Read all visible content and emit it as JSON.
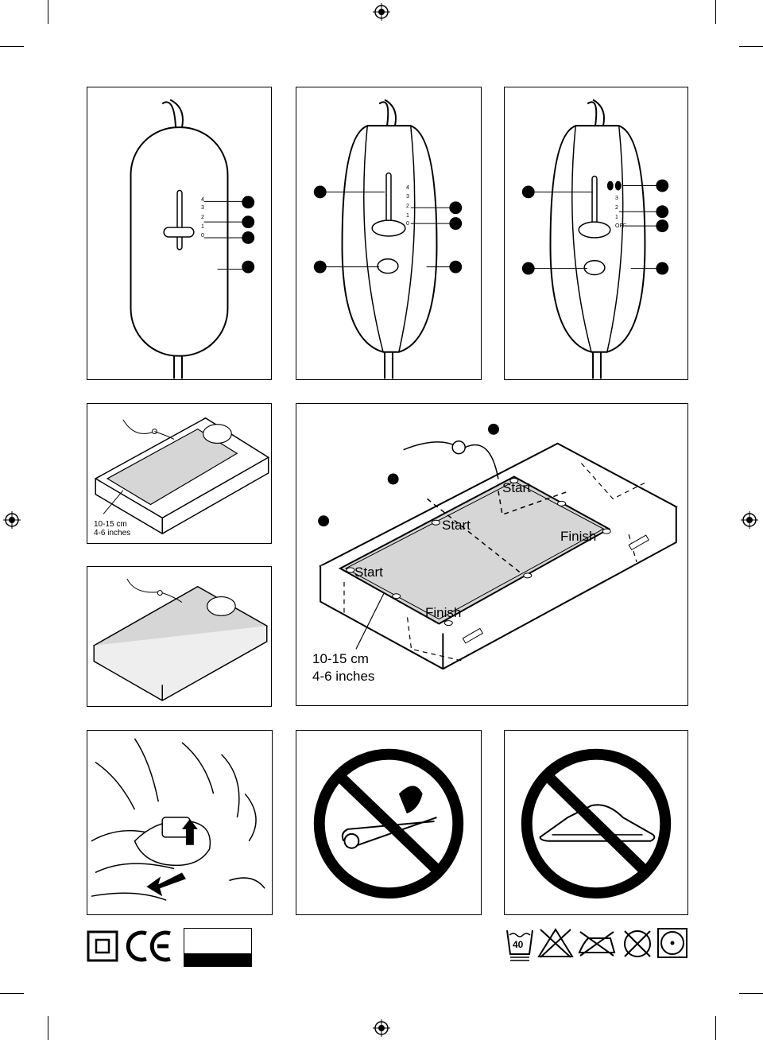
{
  "controller_scales": {
    "c1": [
      "4",
      "3",
      "2",
      "1",
      "0"
    ],
    "c2": [
      "4",
      "3",
      "2",
      "1",
      "0"
    ],
    "c3": [
      "3",
      "2",
      "1",
      "OFF"
    ]
  },
  "mattress_small": {
    "distance_cm": "10-15 cm",
    "distance_in": "4-6 inches"
  },
  "mattress_large": {
    "start_labels": [
      "Start",
      "Start",
      "Start"
    ],
    "finish_labels": [
      "Finish",
      "Finish"
    ],
    "distance_cm": "10-15 cm",
    "distance_in": "4-6 inches"
  },
  "care_symbols": {
    "wash_temp": "40"
  },
  "icons": [
    "class-ii-icon",
    "ce-mark-icon",
    "wash-40-icon",
    "no-bleach-icon",
    "no-iron-icon",
    "no-dry-clean-icon",
    "tumble-dry-icon",
    "no-pins-icon",
    "no-folding-icon",
    "registration-mark-icon"
  ]
}
